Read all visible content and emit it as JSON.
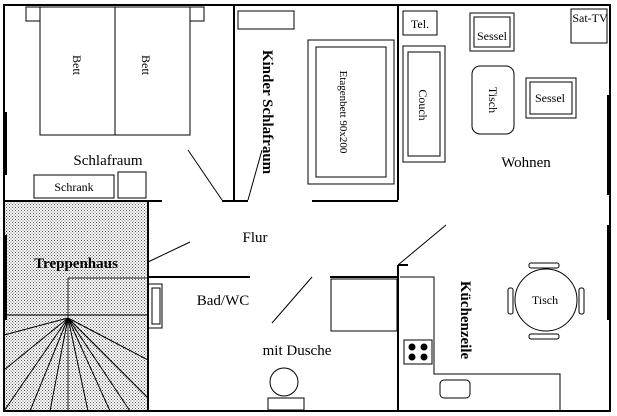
{
  "labels": {
    "bed_left": "Bett",
    "bed_right": "Bett",
    "bedroom": "Schlafraum",
    "wardrobe": "Schrank",
    "kids_room": "Kinder Schlafraum",
    "bunk_bed": "Etagenbett 90x200",
    "phone": "Tel.",
    "armchair_top": "Sessel",
    "armchair_right": "Sessel",
    "sat_tv": "Sat-TV",
    "couch": "Couch",
    "living_table": "Tisch",
    "living": "Wohnen",
    "hallway": "Flur",
    "stairwell": "Treppenhaus",
    "bathroom": "Bad/WC",
    "shower": "mit Dusche",
    "kitchenette": "Küchenzeile",
    "dining_table": "Tisch"
  },
  "colors": {
    "line": "#000000",
    "stair_fill": "#d8d8d8",
    "background": "#ffffff"
  }
}
